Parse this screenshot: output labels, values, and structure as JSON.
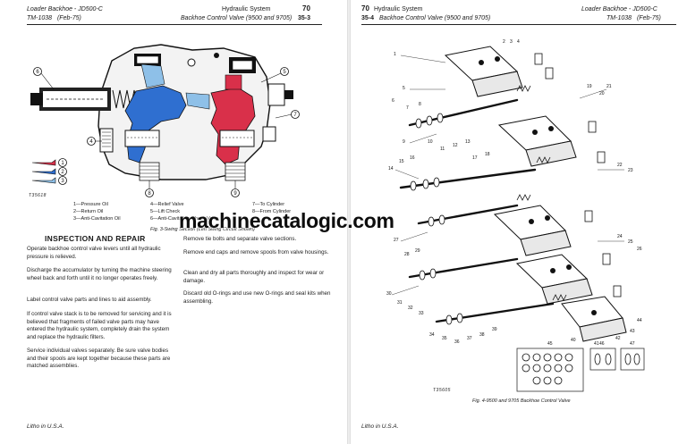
{
  "left_page": {
    "header": {
      "title": "Loader Backhoe - JD500-C",
      "manual": "TM-1038",
      "date": "(Feb-75)",
      "section": "Hydraulic System",
      "section_no": "70",
      "subtitle": "Backhoe Control Valve (9500 and 9705)",
      "page_no": "35-3"
    },
    "diagram": {
      "callouts": [
        "1",
        "2",
        "3",
        "4",
        "5",
        "6",
        "7",
        "8",
        "9"
      ],
      "image_code": "T35618",
      "colors": {
        "pressure_oil": "#d9304a",
        "return_oil": "#2f6fd0",
        "anti_cavitation": "#8ec0e8"
      },
      "legend": [
        {
          "num": "1",
          "text": "1—Pressure Oil"
        },
        {
          "num": "2",
          "text": "2—Return Oil"
        },
        {
          "num": "3",
          "text": "3—Anti-Cavitation Oil"
        },
        {
          "num": "4",
          "text": "4—Relief Valve"
        },
        {
          "num": "5",
          "text": "5—Lift Check"
        },
        {
          "num": "6",
          "text": "6—Anti-Cavitation Check Valve"
        },
        {
          "num": "7",
          "text": "7—To Cylinder"
        },
        {
          "num": "8",
          "text": "8—From Cylinder"
        }
      ],
      "caption": "Fig. 3-Swing Section (Left Swing Circuit Shown)"
    },
    "section_title": "INSPECTION AND REPAIR",
    "col1": [
      "Operate backhoe control valve levers until all hydraulic pressure is relieved.",
      "Discharge the accumulator by turning the machine steering wheel back and forth until it no longer operates freely.",
      "Label control valve parts and lines to aid assembly.",
      "If control valve stack is to be removed for servicing and it is believed that fragments of failed valve parts may have entered the hydraulic system, completely drain the system and replace the hydraulic filters.",
      "Service individual valves separately. Be sure valve bodies and their spools are kept together because these parts are matched assemblies."
    ],
    "col2": [
      "Remove tie bolts and separate valve sections.",
      "Remove end caps and remove spools from valve housings.",
      "Clean and dry all parts thoroughly and inspect for wear or damage.",
      "Discard old O-rings and use new O-rings and seal kits when assembling."
    ],
    "footer": "Litho in U.S.A."
  },
  "right_page": {
    "header": {
      "section_no": "70",
      "section": "Hydraulic System",
      "page_no": "35-4",
      "subtitle": "Backhoe Control Valve (9500 and 9705)",
      "title": "Loader Backhoe - JD500-C",
      "manual": "TM-1038",
      "date": "(Feb-75)"
    },
    "callouts_top": [
      "1",
      "2",
      "3",
      "4",
      "5",
      "6",
      "7",
      "8",
      "9",
      "10",
      "11",
      "12",
      "13",
      "14",
      "15",
      "16",
      "17",
      "18",
      "19",
      "20",
      "21",
      "22",
      "23",
      "24",
      "25",
      "26"
    ],
    "callouts_mid": [
      "27",
      "28",
      "29",
      "30",
      "31",
      "32",
      "33",
      "34",
      "35",
      "36",
      "37",
      "38",
      "39",
      "40",
      "41",
      "42",
      "43",
      "44"
    ],
    "kit_labels": [
      "45",
      "46",
      "47"
    ],
    "image_code": "T35605",
    "caption": "Fig. 4-9500 and 9705 Backhoe Control Valve",
    "footer": "Litho in U.S.A."
  },
  "watermark": "machinecatalogic.com"
}
